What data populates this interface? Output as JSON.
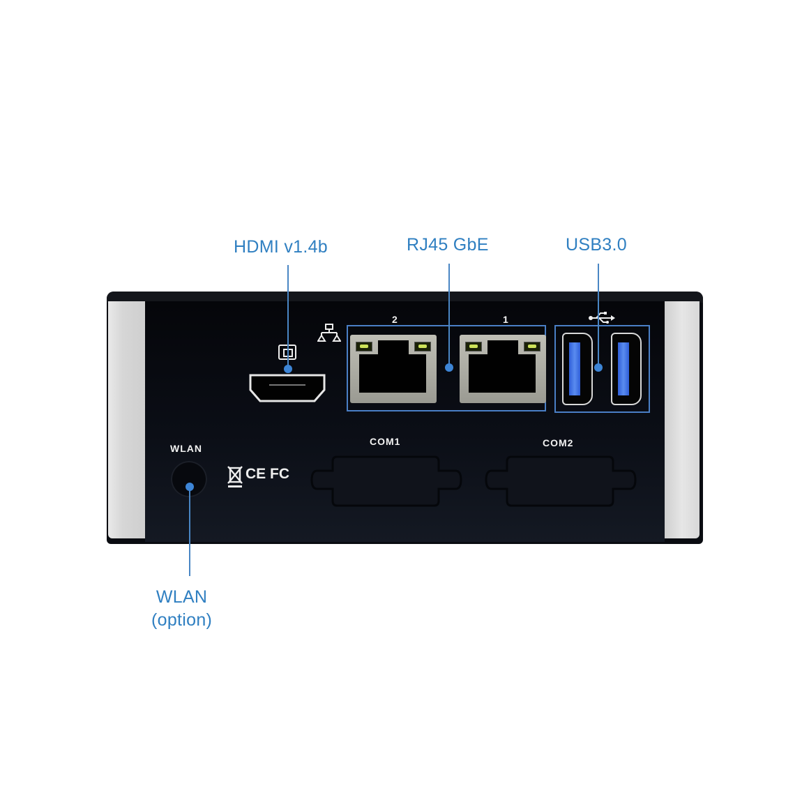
{
  "callouts": {
    "hdmi": "HDMI v1.4b",
    "rj45": "RJ45 GbE",
    "usb": "USB3.0",
    "wlan_line1": "WLAN",
    "wlan_line2": "(option)"
  },
  "panel_labels": {
    "lan_port_2": "2",
    "lan_port_1": "1",
    "wlan": "WLAN",
    "com1": "COM1",
    "com2": "COM2",
    "certifications": "CE FC"
  },
  "icons": {
    "hdmi": "hdmi-icon",
    "network": "network-icon",
    "usb": "usb-icon",
    "weee": "weee-bin-icon"
  },
  "colors": {
    "callout_text": "#2f7fc1",
    "leader_line": "#4a86c4",
    "port_frame": "#4a7fc6",
    "chassis": "#0a0c11",
    "usb_tongue": "#3a6ae0"
  }
}
